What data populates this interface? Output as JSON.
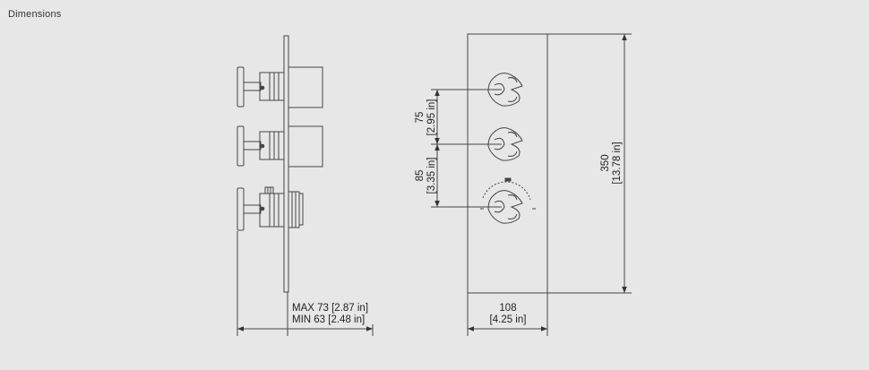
{
  "section": {
    "title": "Dimensions"
  },
  "dimensions": {
    "depth_max": "MAX 73 [2.87 in]",
    "depth_min": "MIN 63 [2.48 in]",
    "spacing_top_mm": "75",
    "spacing_top_in": "[2.95 in]",
    "spacing_bottom_mm": "85",
    "spacing_bottom_in": "[3.35 in]",
    "height_mm": "350",
    "height_in": "[13.78 in]",
    "width_mm": "108",
    "width_in": "[4.25 in]"
  },
  "colors": {
    "line": "#444444",
    "background": "#e7e7e7"
  }
}
